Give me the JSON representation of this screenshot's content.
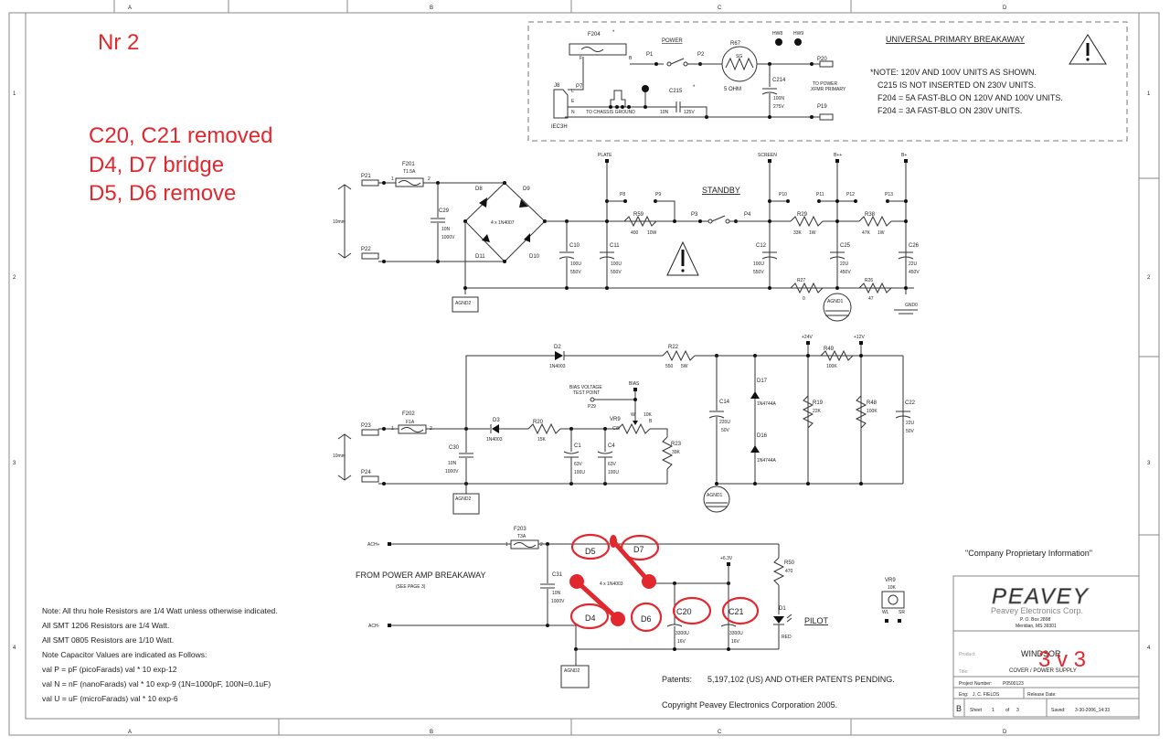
{
  "sheet": {
    "column_labels": [
      "A",
      "B",
      "C",
      "D"
    ],
    "row_labels": [
      "1",
      "2",
      "3",
      "4"
    ]
  },
  "annotations": {
    "color": "#e0282e",
    "title": "Nr 2",
    "lines": [
      "C20, C21 removed",
      "D4, D7 bridge",
      "D5, D6 remove"
    ],
    "version": "3 v 3"
  },
  "primary_breakaway": {
    "title": "UNIVERSAL PRIMARY BREAKAWAY",
    "power_label": "POWER",
    "fuse": "F204",
    "fuse_mark": "*",
    "fuse_pins": [
      "F",
      "B"
    ],
    "switch_pins": [
      "P1",
      "P2"
    ],
    "thermistor": {
      "ref": "R67",
      "code": "SG",
      "value": "5 OHM"
    },
    "hw": [
      "HW8",
      "HW9"
    ],
    "c214": {
      "ref": "C214",
      "value": "100N",
      "voltage": "275V"
    },
    "c215": {
      "ref": "C215",
      "mark": "*",
      "value": "10N",
      "voltage": "125V"
    },
    "p7": "P7",
    "chassis_ground": "TO CHASSIS GROUND",
    "j8": {
      "ref": "J8",
      "type": "IEC3H",
      "pins": [
        "L",
        "E",
        "N"
      ]
    },
    "outputs": [
      "P20",
      "P19"
    ],
    "to_power": "TO POWER",
    "xfmr_primary": "XFMR PRIMARY",
    "notes": [
      "*NOTE:  120V AND 100V UNITS AS SHOWN.",
      "C215 IS NOT INSERTED ON 230V UNITS.",
      "F204 = 5A FAST-BLO ON 120V AND 100V UNITS.",
      "F204 = 3A FAST-BLO ON 230V UNITS."
    ]
  },
  "hv_supply": {
    "inputs": [
      "P21",
      "P22"
    ],
    "spacing": "10mm",
    "fuse": {
      "ref": "F201",
      "value": "T1.5A",
      "pin1": "1",
      "pin2": "2"
    },
    "c29": {
      "ref": "C29",
      "value": "10N",
      "voltage": "1000V"
    },
    "bridge": {
      "diodes": [
        "D8",
        "D9",
        "D11",
        "D10"
      ],
      "part": "4 x 1N4007"
    },
    "ground": "AGND2",
    "c10": {
      "ref": "C10",
      "value": "100U",
      "voltage": "550V"
    },
    "c11": {
      "ref": "C11",
      "value": "100U",
      "voltage": "550V"
    },
    "c12": {
      "ref": "C12",
      "value": "100U",
      "voltage": "550V"
    },
    "c25": {
      "ref": "C25",
      "value": "22U",
      "voltage": "450V"
    },
    "c26": {
      "ref": "C26",
      "value": "22U",
      "voltage": "450V"
    },
    "rails": [
      "PLATE",
      "SCREEN",
      "B++",
      "B+"
    ],
    "standby": "STANDBY",
    "taps": [
      "P8",
      "P9",
      "P10",
      "P11",
      "P12",
      "P13"
    ],
    "switch_pins": [
      "P3",
      "P4"
    ],
    "r59": {
      "ref": "R59",
      "value": "400",
      "power": "10W"
    },
    "r29": {
      "ref": "R29",
      "value": "33K",
      "power": "1W"
    },
    "r38": {
      "ref": "R38",
      "value": "47K",
      "power": "1W"
    },
    "r27": {
      "ref": "R27",
      "value": "0"
    },
    "r26": {
      "ref": "R26",
      "value": "47"
    },
    "agnd1": "AGND1",
    "gnd0": "GND0"
  },
  "bias_supply": {
    "inputs": [
      "P23",
      "P24"
    ],
    "spacing": "10mm",
    "fuse": {
      "ref": "F202",
      "value": "F1A",
      "pin1": "1",
      "pin2": "2"
    },
    "c30": {
      "ref": "C30",
      "value": "10N",
      "voltage": "1000V"
    },
    "d2": {
      "ref": "D2",
      "part": "1N4003"
    },
    "d3": {
      "ref": "D3",
      "part": "1N4003"
    },
    "r22": {
      "ref": "R22",
      "value": "550",
      "power": "5W"
    },
    "r20": {
      "ref": "R20",
      "value": "15K"
    },
    "c1": {
      "ref": "C1",
      "value": "100U",
      "voltage": "63V"
    },
    "c4": {
      "ref": "C4",
      "value": "100U",
      "voltage": "63V"
    },
    "vr9": {
      "ref": "VR9",
      "value": "10K",
      "pins": [
        "CW",
        "W",
        "B"
      ]
    },
    "bias_test": [
      "BIAS VOLTAGE",
      "TEST POINT"
    ],
    "p29": "P29",
    "bias": "BIAS",
    "r23": {
      "ref": "R23",
      "value": "39K"
    },
    "c14": {
      "ref": "C14",
      "value": "220U",
      "voltage": "50V"
    },
    "d17": {
      "ref": "D17",
      "part": "1N4744A"
    },
    "d16": {
      "ref": "D16",
      "part": "1N4744A"
    },
    "plus24": "+24V",
    "plus12": "+12V",
    "r49": {
      "ref": "R49",
      "value": "100K"
    },
    "r19": {
      "ref": "R19",
      "value": "22K"
    },
    "r48": {
      "ref": "R48",
      "value": "100K"
    },
    "c22": {
      "ref": "C22",
      "value": "22U",
      "voltage": "50V"
    },
    "ground": "AGND2",
    "agnd1": "AGND1"
  },
  "heater_supply": {
    "inputs": [
      "ACH+",
      "ACH-"
    ],
    "from": "FROM POWER AMP BREAKAWAY",
    "see": "(SEE PAGE 3)",
    "fuse": {
      "ref": "F203",
      "value": "T3A",
      "pin1": "1",
      "pin2": "2"
    },
    "c31": {
      "ref": "C31",
      "value": "10N",
      "voltage": "1000V"
    },
    "bridge": {
      "diodes": [
        "D5",
        "D7",
        "D4",
        "D6"
      ],
      "part": "4 x 1N4003"
    },
    "c20": {
      "ref": "C20",
      "value": "3300U",
      "voltage": "16V"
    },
    "c21": {
      "ref": "C21",
      "value": "3300U",
      "voltage": "16V"
    },
    "plus63": "+6.3V",
    "r50": {
      "ref": "R50",
      "value": "470"
    },
    "d1": {
      "ref": "D1",
      "color": "RED"
    },
    "pilot": "PILOT",
    "ground": "AGND2"
  },
  "vr9_footprint": {
    "ref": "VR9",
    "value": "10K",
    "pins": [
      "WL",
      "SR"
    ]
  },
  "notes": [
    "Note: All thru hole Resistors are 1/4 Watt unless otherwise indicated.",
    "All SMT 1206 Resistors are 1/4 Watt.",
    "All SMT 0805 Resistors are 1/10 Watt.",
    "Note Capacitor Values are indicated as Follows:",
    "val P = pF (picoFarads) val * 10 exp-12",
    "val N = nF (nanoFarads) val * 10 exp-9 (1N=1000pF, 100N=0.1uF)",
    "val U = uF (microFarads) val * 10 exp-6"
  ],
  "patents": {
    "label": "Patents:",
    "text": "5,197,102 (US) AND OTHER PATENTS PENDING."
  },
  "copyright": "Copyright Peavey Electronics Corporation 2005.",
  "proprietary": "\"Company Proprietary Information\"",
  "title_block": {
    "logo": "PEAVEY",
    "company": "Peavey Electronics Corp.",
    "address1": "P. O. Box 2898",
    "address2": "Meridian, MS 39301",
    "product_label": "Product:",
    "product": "WINDSOR",
    "title_label": "Title:",
    "title": "COVER / POWER SUPPLY",
    "project_label": "Project Number:",
    "project": "P0500123",
    "eng_label": "Eng:",
    "eng": "J. C. FIELDS",
    "release_label": "Release Date:",
    "size": "B",
    "sheet_label": "Sheet",
    "sheet": "1",
    "of_label": "of",
    "sheets": "3",
    "saved_label": "Saved:",
    "saved": "3-30-2006_14:33"
  }
}
